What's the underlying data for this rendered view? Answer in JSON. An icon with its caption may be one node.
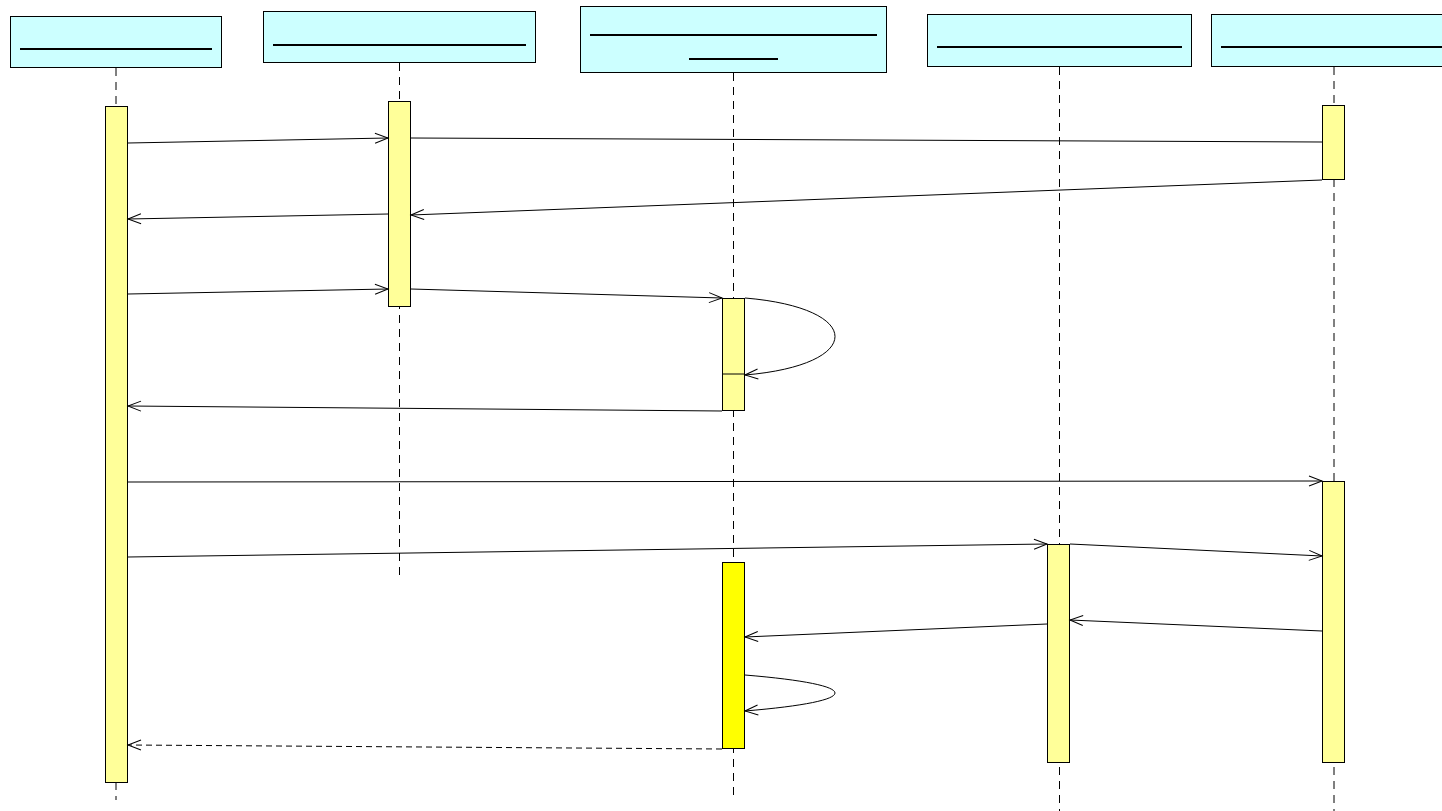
{
  "diagram": {
    "nodes": [
      {
        "text": [],
        "shape": "box"
      },
      {
        "text": [],
        "shape": "box"
      },
      {
        "text": [],
        "shape": "box"
      },
      {
        "text": [],
        "shape": "box"
      },
      {
        "text": [],
        "shape": "box"
      },
      {
        "text": [],
        "shape": "bar"
      },
      {
        "text": [],
        "shape": "bar"
      },
      {
        "text": [],
        "shape": "bar"
      },
      {
        "text": [],
        "shape": "bar"
      },
      {
        "text": [],
        "shape": "bar"
      },
      {
        "text": [],
        "shape": "bar"
      },
      {
        "text": [],
        "shape": "bar"
      }
    ],
    "edges": [
      {
        "from": 5,
        "to": 6,
        "arrow": "to"
      },
      {
        "from": 6,
        "to": 8,
        "arrow": "none"
      },
      {
        "from": 8,
        "to": 6,
        "arrow": "to"
      },
      {
        "from": 6,
        "to": 5,
        "arrow": "to"
      },
      {
        "from": 5,
        "to": 6,
        "arrow": "to"
      },
      {
        "from": 6,
        "to": 7,
        "arrow": "to"
      },
      {
        "from": 7,
        "to": 7,
        "arrow": "to"
      },
      {
        "from": 7,
        "to": 5,
        "arrow": "to"
      },
      {
        "from": 5,
        "to": 9,
        "arrow": "to"
      },
      {
        "from": 5,
        "to": 10,
        "arrow": "to"
      },
      {
        "from": 10,
        "to": 9,
        "arrow": "to"
      },
      {
        "from": 9,
        "to": 10,
        "arrow": "to"
      },
      {
        "from": 10,
        "to": 11,
        "arrow": "to"
      },
      {
        "from": 11,
        "to": 11,
        "arrow": "to"
      },
      {
        "from": 11,
        "to": 5,
        "arrow": "to",
        "style": "dashed"
      }
    ]
  }
}
